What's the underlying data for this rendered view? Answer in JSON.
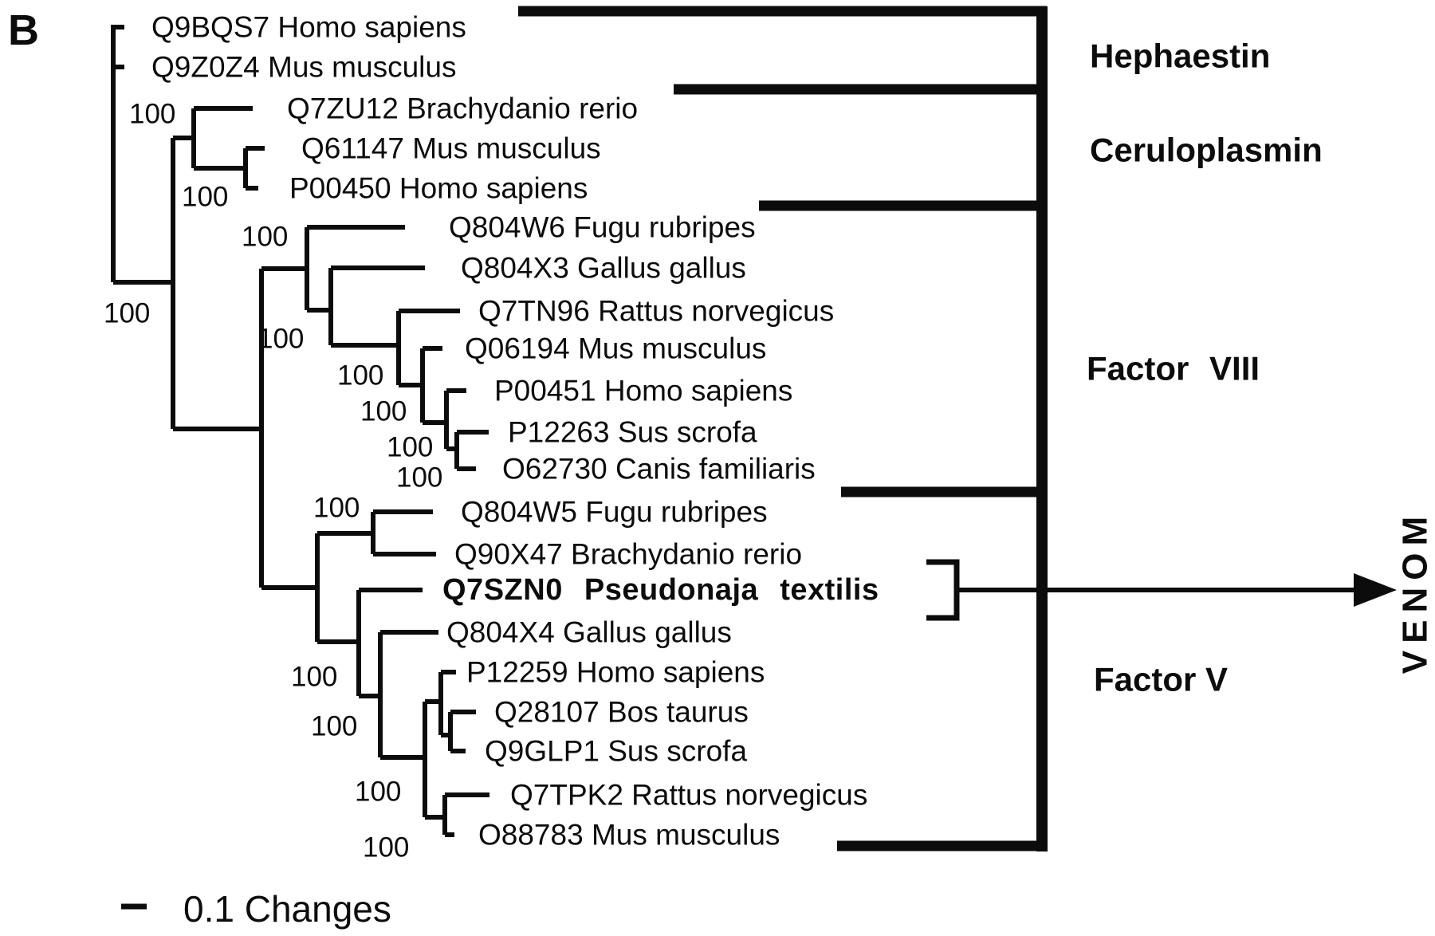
{
  "figure": {
    "panel_label": "B",
    "venom_label": "VENOM",
    "scale_legend": "0.1 Changes",
    "ink_color": "#0c0c0c",
    "background_color": "#ffffff"
  },
  "groups": [
    {
      "label": "Hephaestin"
    },
    {
      "label": "Ceruloplasmin"
    },
    {
      "label": "Factor VIII"
    },
    {
      "label": "Factor V"
    }
  ],
  "taxa": [
    {
      "accession": "Q9BQS7",
      "species": "Homo sapiens",
      "label": "Q9BQS7 Homo sapiens",
      "emphasis": false,
      "group": "Hephaestin"
    },
    {
      "accession": "Q9Z0Z4",
      "species": "Mus musculus",
      "label": "Q9Z0Z4 Mus musculus",
      "emphasis": false,
      "group": "Hephaestin"
    },
    {
      "accession": "Q7ZU12",
      "species": "Brachydanio rerio",
      "label": "Q7ZU12 Brachydanio rerio",
      "emphasis": false,
      "group": "Ceruloplasmin"
    },
    {
      "accession": "Q61147",
      "species": "Mus musculus",
      "label": "Q61147 Mus musculus",
      "emphasis": false,
      "group": "Ceruloplasmin"
    },
    {
      "accession": "P00450",
      "species": "Homo sapiens",
      "label": "P00450 Homo sapiens",
      "emphasis": false,
      "group": "Ceruloplasmin"
    },
    {
      "accession": "Q804W6",
      "species": "Fugu rubripes",
      "label": "Q804W6 Fugu rubripes",
      "emphasis": false,
      "group": "Factor VIII"
    },
    {
      "accession": "Q804X3",
      "species": "Gallus gallus",
      "label": "Q804X3 Gallus gallus",
      "emphasis": false,
      "group": "Factor VIII"
    },
    {
      "accession": "Q7TN96",
      "species": "Rattus norvegicus",
      "label": "Q7TN96 Rattus norvegicus",
      "emphasis": false,
      "group": "Factor VIII"
    },
    {
      "accession": "Q06194",
      "species": "Mus musculus",
      "label": "Q06194 Mus musculus",
      "emphasis": false,
      "group": "Factor VIII"
    },
    {
      "accession": "P00451",
      "species": "Homo sapiens",
      "label": "P00451 Homo sapiens",
      "emphasis": false,
      "group": "Factor VIII"
    },
    {
      "accession": "P12263",
      "species": "Sus scrofa",
      "label": "P12263 Sus scrofa",
      "emphasis": false,
      "group": "Factor VIII"
    },
    {
      "accession": "O62730",
      "species": "Canis familiaris",
      "label": "O62730 Canis familiaris",
      "emphasis": false,
      "group": "Factor VIII"
    },
    {
      "accession": "Q804W5",
      "species": "Fugu rubripes",
      "label": "Q804W5 Fugu rubripes",
      "emphasis": false,
      "group": "Factor V"
    },
    {
      "accession": "Q90X47",
      "species": "Brachydanio rerio",
      "label": "Q90X47 Brachydanio rerio",
      "emphasis": false,
      "group": "Factor V"
    },
    {
      "accession": "Q7SZN0",
      "species": "Pseudonaja textilis",
      "label": "Q7SZN0 Pseudonaja textilis",
      "emphasis": true,
      "group": "Factor V"
    },
    {
      "accession": "Q804X4",
      "species": "Gallus gallus",
      "label": "Q804X4 Gallus gallus",
      "emphasis": false,
      "group": "Factor V"
    },
    {
      "accession": "P12259",
      "species": "Homo sapiens",
      "label": "P12259 Homo sapiens",
      "emphasis": false,
      "group": "Factor V"
    },
    {
      "accession": "Q28107",
      "species": "Bos taurus",
      "label": "Q28107 Bos taurus",
      "emphasis": false,
      "group": "Factor V"
    },
    {
      "accession": "Q9GLP1",
      "species": "Sus scrofa",
      "label": "Q9GLP1 Sus scrofa",
      "emphasis": false,
      "group": "Factor V"
    },
    {
      "accession": "Q7TPK2",
      "species": "Rattus norvegicus",
      "label": "Q7TPK2 Rattus norvegicus",
      "emphasis": false,
      "group": "Factor V"
    },
    {
      "accession": "O88783",
      "species": "Mus musculus",
      "label": "O88783 Mus musculus",
      "emphasis": false,
      "group": "Factor V"
    }
  ],
  "bootstraps": {
    "values": [
      "100",
      "100",
      "100",
      "100",
      "100",
      "100",
      "100",
      "100",
      "100",
      "100",
      "100",
      "100",
      "100",
      "100"
    ]
  }
}
